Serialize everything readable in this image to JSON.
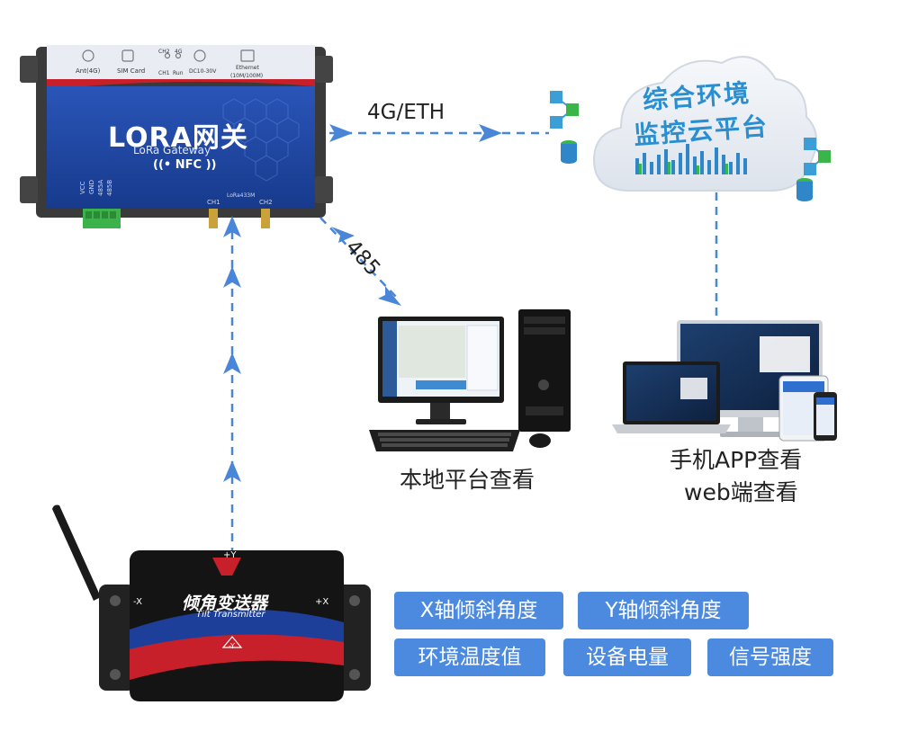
{
  "gateway": {
    "title": "LORA网关",
    "subtitle": "LoRa Gateway",
    "nfc": "NFC",
    "ports": [
      "Ant(4G)",
      "SIM Card",
      "CH2",
      "CH1",
      "4G",
      "Run",
      "DC10-30V",
      "Ethernet",
      "(10M/100M)"
    ],
    "terminals": [
      "VCC",
      "GND",
      "485A",
      "485B"
    ],
    "antenna_labels": [
      "CH1",
      "LoRa433M",
      "CH2"
    ]
  },
  "cloud": {
    "line1": "综合环境",
    "line2": "监控云平台"
  },
  "links": {
    "eth": "4G/ETH",
    "rs485": "485"
  },
  "local": {
    "label": "本地平台查看"
  },
  "remote": {
    "label_line1": "手机APP查看",
    "label_line2": "web端查看"
  },
  "transmitter": {
    "title": "倾角变送器",
    "subtitle": "Tilt Transmitter",
    "axis_y_top": "+Y",
    "axis_x_left": "-X",
    "axis_x_right": "+X",
    "axis_y_bottom": "-Y"
  },
  "features": [
    "X轴倾斜角度",
    "Y轴倾斜角度",
    "环境温度值",
    "设备电量",
    "信号强度"
  ],
  "colors": {
    "arrow": "#4a86d8",
    "chip": "#4c8ae0",
    "gateway_blue": "#1f3f9a",
    "gateway_red": "#c8202a"
  }
}
